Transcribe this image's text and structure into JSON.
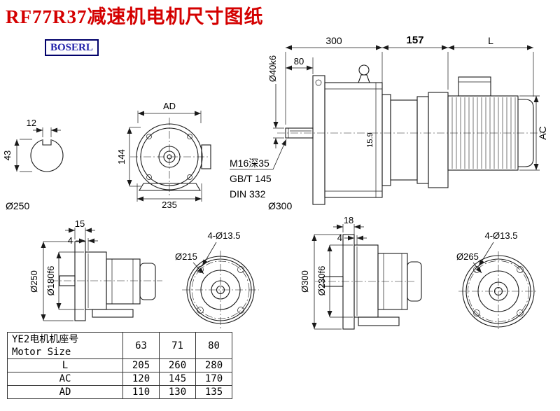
{
  "title": "RF77R37减速机电机尺寸图纸",
  "logo": "BOSERL",
  "colors": {
    "title": "#d40000",
    "logo": "#2222aa",
    "line": "#1a1a1a"
  },
  "dims": {
    "keyway_width": "12",
    "shaft_height": "43",
    "flange_dia_small": "Ø250",
    "ad": "AD",
    "d144": "144",
    "d235": "235",
    "d300_len": "300",
    "d157": "157",
    "l": "L",
    "d80": "80",
    "shaft_dia": "Ø40k6",
    "thread1": "M16深35",
    "thread2": "GB/T 145",
    "thread3": "DIN 332",
    "d15_9": "15.9",
    "ac": "AC",
    "flange_dia_large": "Ø300",
    "v4_d15": "15",
    "v4_d4": "4",
    "v4_dia250": "Ø250",
    "v4_dia180": "Ø180f6",
    "v5_holes": "4-Ø13.5",
    "v5_dia215": "Ø215",
    "v6_d18": "18",
    "v6_d4": "4",
    "v6_dia300": "Ø300",
    "v6_dia230": "Ø230f6",
    "v7_holes": "4-Ø13.5",
    "v7_dia265": "Ø265"
  },
  "table": {
    "header_cn": "YE2电机机座号",
    "header_en": "Motor Size",
    "sizes": [
      "63",
      "71",
      "80"
    ],
    "rows": [
      {
        "label": "L",
        "values": [
          "205",
          "260",
          "280"
        ]
      },
      {
        "label": "AC",
        "values": [
          "120",
          "145",
          "170"
        ]
      },
      {
        "label": "AD",
        "values": [
          "110",
          "130",
          "135"
        ]
      }
    ]
  }
}
